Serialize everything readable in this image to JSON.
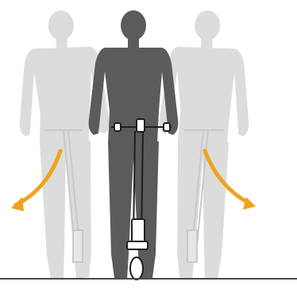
{
  "colors": {
    "background": "#ffffff",
    "center_rider": "#5b5b5b",
    "ghost_rider": "#dcdcdc",
    "scooter_outline": "#c9c9c9",
    "scooter_center": "#1e1e1e",
    "arrow": "#f0a21c",
    "ground": "#4a4a4a"
  },
  "illustration": {
    "figures": [
      {
        "name": "ghost-rider-left",
        "icon": "person-silhouette",
        "lean": "left"
      },
      {
        "name": "center-rider",
        "icon": "person-silhouette",
        "lean": "none"
      },
      {
        "name": "ghost-rider-right",
        "icon": "person-silhouette",
        "lean": "right"
      }
    ],
    "arrows": [
      {
        "name": "lean-left-arrow",
        "icon": "curved-arrow",
        "direction": "down-left"
      },
      {
        "name": "lean-right-arrow",
        "icon": "curved-arrow",
        "direction": "down-right"
      }
    ],
    "vehicle_icon": "kick-scooter"
  }
}
